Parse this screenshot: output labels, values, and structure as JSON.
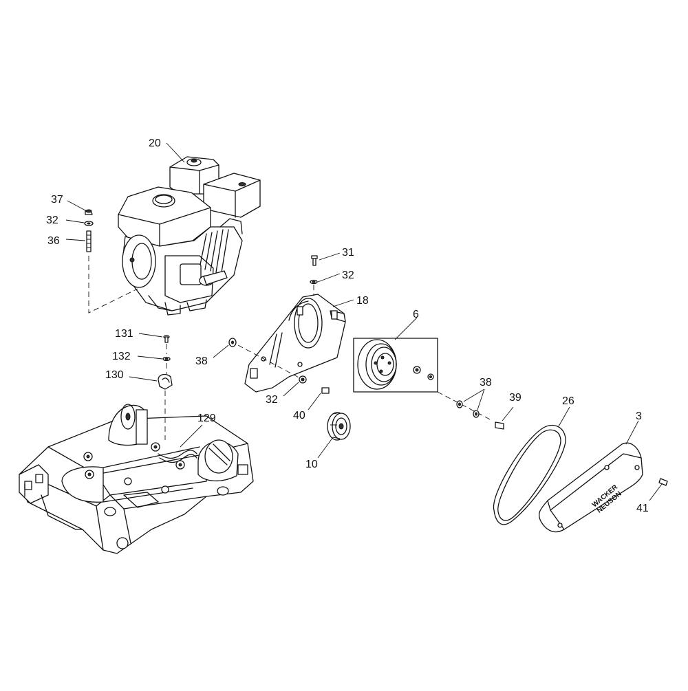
{
  "callouts": {
    "c20": "20",
    "c37": "37",
    "c32a": "32",
    "c36": "36",
    "c31": "31",
    "c32b": "32",
    "c18": "18",
    "c6": "6",
    "c131": "131",
    "c132": "132",
    "c130": "130",
    "c38a": "38",
    "c32c": "32",
    "c40": "40",
    "c38b": "38",
    "c39": "39",
    "c26": "26",
    "c3": "3",
    "c129": "129",
    "c10": "10",
    "c41": "41"
  },
  "logo_text": [
    "WACKER",
    "NEUSON"
  ]
}
